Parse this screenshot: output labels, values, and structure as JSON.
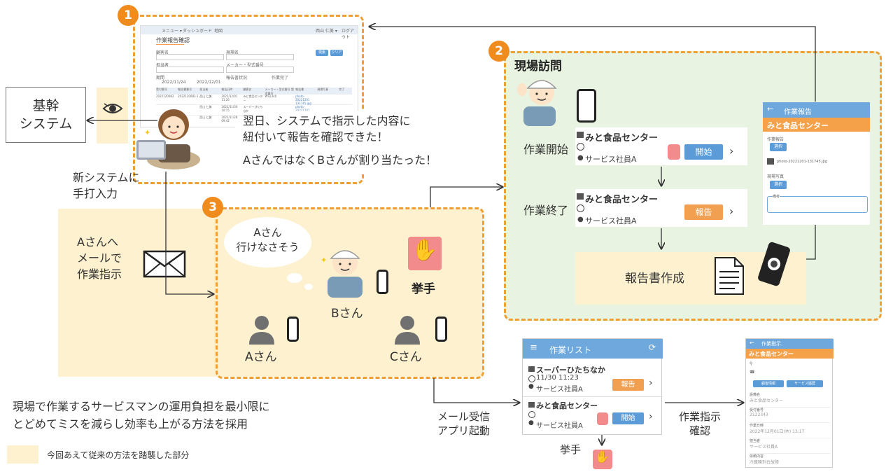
{
  "badges": [
    "1",
    "2",
    "3"
  ],
  "core_system": {
    "label": "基幹\nシステム"
  },
  "screen1": {
    "nav": [
      "メニュー ▾",
      "ダッシュボード",
      "地図",
      "西山 仁美 ▾",
      "ログアウト"
    ],
    "title": "作業報告確認",
    "fields": [
      "顧客名",
      "現場名",
      "担当者",
      "メーカー・型式番号",
      "期間",
      "2022/11/24",
      "2022/12/01",
      "報告書状況",
      "作業完了"
    ],
    "buttons": [
      "検索",
      "クリア"
    ],
    "table_headers": [
      "受付番号",
      "報告書番号",
      "担当者",
      "報告日時",
      "顧客名",
      "メーカー・型式番号 製造番号",
      "報告書",
      "現場写真",
      "完了"
    ],
    "table_rows": [
      [
        "2022120083",
        "2022120083-1",
        "西山 仁美",
        "2022/12/01 11:26",
        "みと食品センター",
        "WS2340",
        "photo-20221201 131745.jpg",
        "",
        ""
      ],
      [
        "",
        "",
        "西山 仁美",
        "2022/11/30 10:15",
        "スーパーひたちなか",
        "",
        "photo-20221201",
        "",
        ""
      ],
      [
        "",
        "",
        "西山 仁美",
        "2022/11/28 09:42",
        "",
        "",
        "",
        "",
        ""
      ]
    ]
  },
  "speech1": {
    "line1": "翌日、システムで指示した内容に",
    "line2": "紐付いて報告を確認できた！",
    "line3": "AさんではなくBさんが割り当たった！"
  },
  "manual_input": {
    "line1": "新システムに",
    "line2": "手打入力"
  },
  "mail_instruction": {
    "line1": "Aさんへ",
    "line2": "メールで",
    "line3": "作業指示"
  },
  "section3": {
    "bubble_line1": "Aさん",
    "bubble_line2": "行けなさそう",
    "raise_hand": "挙手",
    "person_b": "Bさん",
    "person_a": "Aさん",
    "person_c": "Cさん"
  },
  "section2": {
    "title": "現場訪問",
    "start_label": "作業開始",
    "end_label": "作業終了",
    "report_create": "報告書作成",
    "card1": {
      "name": "みと食品センター",
      "staff": "サービス社員A",
      "button": "開始"
    },
    "card2": {
      "name": "みと食品センター",
      "staff": "サービス社員A",
      "button": "報告"
    },
    "phone": {
      "header": "作業報告",
      "site": "みと食品センター",
      "report_label": "作業報告",
      "select1": "選択",
      "file": "photo-20221201-131745.jpg",
      "photo_label": "現場写真",
      "select2": "選択",
      "remarks": "備考"
    }
  },
  "worklist": {
    "title": "作業リスト",
    "items": [
      {
        "name": "スーパーひたちなか",
        "time": "11/30 11:23",
        "staff": "サービス社員A",
        "button": "報告"
      },
      {
        "name": "みと食品センター",
        "time": "",
        "staff": "サービス社員A",
        "button": "開始"
      }
    ]
  },
  "mail_launch": {
    "line1": "メール受信",
    "line2": "アプリ起動"
  },
  "raise_hand_bottom": "挙手",
  "instruction_confirm": {
    "line1": "作業指示",
    "line2": "確認"
  },
  "instruction_screen": {
    "header": "作業指示",
    "site": "みと食品センター",
    "btn1": "顧客情報",
    "btn2": "サービス履歴",
    "rows": [
      {
        "label": "設備名",
        "value": "みと食品センター"
      },
      {
        "label": "受付番号",
        "value": "2122343"
      },
      {
        "label": "作業日時",
        "value": "2022年12月01日(木) 13:17"
      },
      {
        "label": "担当者",
        "value": "サービス社員A"
      },
      {
        "label": "依頼内容",
        "value": "冷蔵陳列台故障"
      }
    ]
  },
  "summary": {
    "line1": "現場で作業するサービスマンの運用負担を最小限に",
    "line2": "とどめてミスを減らし効率も上がる方法を採用"
  },
  "legend": {
    "label": "今回あえて従来の方法を踏襲した部分"
  },
  "colors": {
    "accent_orange": "#f08c1e",
    "dash_orange": "#f0a032",
    "pale_yellow": "#fdf1cf",
    "pale_green": "#e9f3e1",
    "header_blue": "#6fa8dc",
    "stop_pink": "#f28c8c"
  }
}
